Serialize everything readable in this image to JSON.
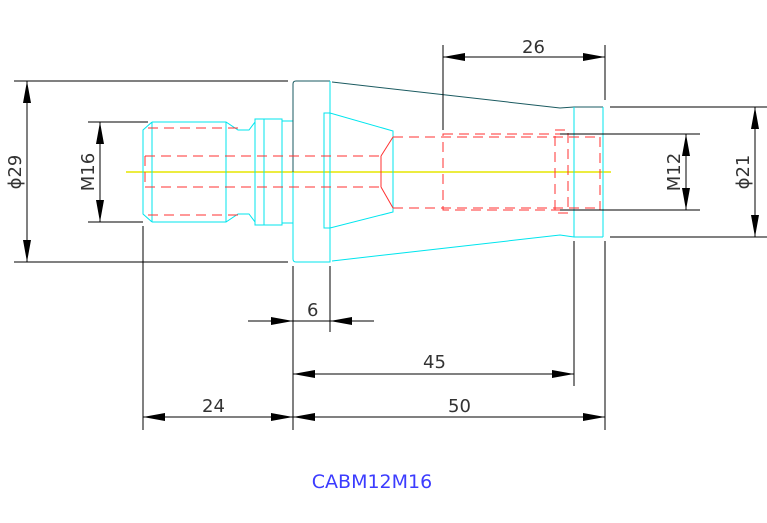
{
  "drawing": {
    "title": "CABM12M16",
    "dimensions": {
      "length_26": "26",
      "dia_29": "ϕ29",
      "thread_m16": "M16",
      "thread_m12": "M12",
      "dia_21": "ϕ21",
      "flange_6": "6",
      "length_45": "45",
      "length_24": "24",
      "length_50": "50"
    },
    "colors": {
      "part_outline": "#00e5ee",
      "hidden_lines": "#ff3030",
      "centerline": "#e6e600",
      "title": "#3c3cff"
    }
  }
}
